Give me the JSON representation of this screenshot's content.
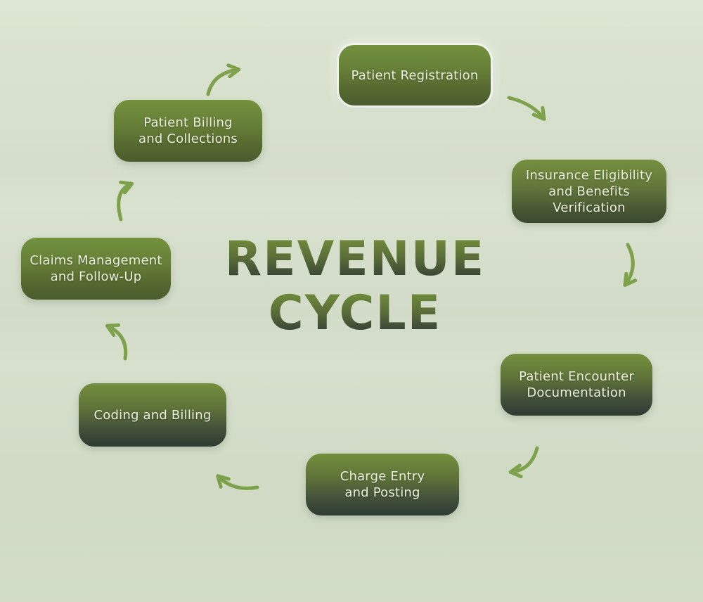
{
  "diagram": {
    "title_line1": "REVENUE",
    "title_line2": "CYCLE",
    "steps": [
      {
        "id": "patient-registration",
        "line1": "Patient Registration",
        "line2": ""
      },
      {
        "id": "insurance-eligibility-benefits-verification",
        "line1": "Insurance Eligibility",
        "line2": "and Benefits Verification"
      },
      {
        "id": "patient-encounter-documentation",
        "line1": "Patient Encounter",
        "line2": "Documentation"
      },
      {
        "id": "charge-entry-and-posting",
        "line1": "Charge Entry",
        "line2": "and Posting"
      },
      {
        "id": "coding-and-billing",
        "line1": "Coding and Billing",
        "line2": ""
      },
      {
        "id": "claims-management-and-follow-up",
        "line1": "Claims Management",
        "line2": "and Follow-Up"
      },
      {
        "id": "patient-billing-and-collections",
        "line1": "Patient Billing",
        "line2": "and Collections"
      }
    ],
    "flow": [
      "patient-registration -> insurance-eligibility-benefits-verification",
      "insurance-eligibility-benefits-verification -> patient-encounter-documentation",
      "patient-encounter-documentation -> charge-entry-and-posting",
      "charge-entry-and-posting -> coding-and-billing",
      "coding-and-billing -> claims-management-and-follow-up",
      "claims-management-and-follow-up -> patient-billing-and-collections",
      "patient-billing-and-collections -> patient-registration"
    ]
  },
  "colors": {
    "background": "#d7e0cc",
    "node_gradient_top": "#73913e",
    "node_gradient_bottom_green": "#4a5c2d",
    "node_gradient_bottom_mid": "#3a4830",
    "node_gradient_bottom_dark": "#2e3b33",
    "node_text": "#ebeedd",
    "arrow": "#7ea14c",
    "title_gradient_top": "#75923c",
    "title_gradient_bottom": "#2d3933"
  }
}
